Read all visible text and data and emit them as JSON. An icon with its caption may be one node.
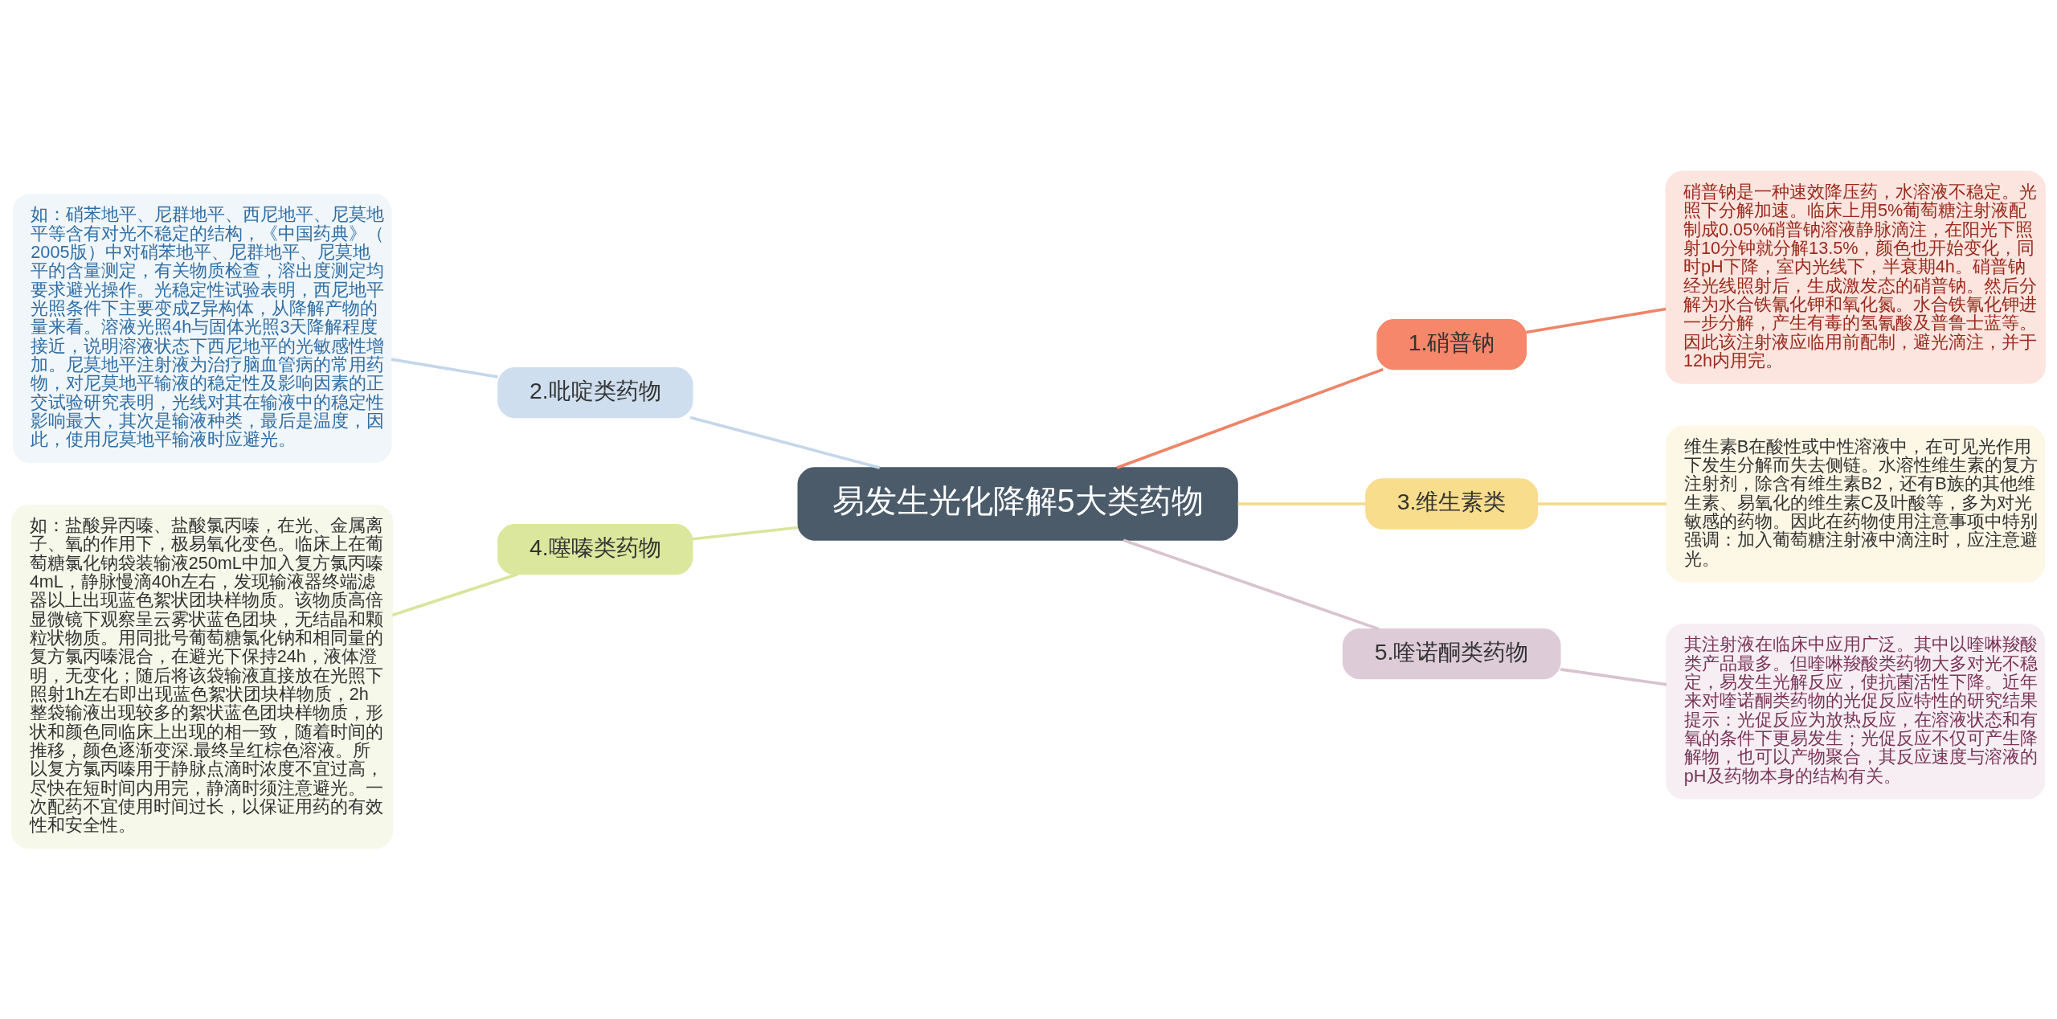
{
  "diagram": {
    "nodes": [
      {
        "text": [
          "易发生光化降解5大类药物"
        ]
      },
      {
        "text": [
          "1.硝普钠"
        ]
      },
      {
        "text": [
          "硝普钠是一种速效降压药，水溶液不稳定。光照下分解加速。临床上用5%葡萄糖注射液配制成0.05%硝普钠溶液静脉滴注，在阳光下照射10分钟就分解13.5%，颜色也开始变化，同时pH下降，室内光线下，半衰期4h。硝普钠经光线照射后，生成激发态的硝普钠。然后分解为水合铁氰化钾和氧化氮。水合铁氰化钾进一步分解，产生有毒的氢氰酸及普鲁士蓝等。因此该注射液应临用前配制，避光滴注，并于12h内用完。"
        ]
      },
      {
        "text": [
          "2.吡啶类药物"
        ]
      },
      {
        "text": [
          "如：硝苯地平、尼群地平、西尼地平、尼莫地平等含有对光不稳定的结构，《中国药典》（2005版）中对硝苯地平、尼群地平、尼莫地平的含量测定，有关物质检查，溶出度测定均要求避光操作。光稳定性试验表明，西尼地平光照条件下主要变成Z异构体，从降解产物的量来看。溶液光照4h与固体光照3天降解程度接近，说明溶液状态下西尼地平的光敏感性增加。尼莫地平注射液为治疗脑血管病的常用药物，对尼莫地平输液的稳定性及影响因素的正交试验研究表明，光线对其在输液中的稳定性影响最大，其次是输液种类，最后是温度，因此，使用尼莫地平输液时应避光。"
        ]
      },
      {
        "text": [
          "3.维生素类"
        ]
      },
      {
        "text": [
          "维生素B在酸性或中性溶液中，在可见光作用下发生分解而失去侧链。水溶性维生素的复方注射剂，除含有维生素B2，还有B族的其他维生素、易氧化的维生素C及叶酸等，多为对光敏感的药物。因此在药物使用注意事项中特别强调：加入葡萄糖注射液中滴注时，应注意避光。"
        ]
      },
      {
        "text": [
          "4.噻嗪类药物"
        ]
      },
      {
        "text": [
          "如：盐酸异丙嗪、盐酸氯丙嗪，在光、金属离子、氧的作用下，极易氧化变色。临床上在葡萄糖氯化钠袋装输液250mL中加入复方氯丙嗪4mL，静脉慢滴40h左右，发现输液器终端滤器以上出现蓝色絮状团块样物质。该物质高倍显微镜下观察呈云雾状蓝色团块，无结晶和颗粒状物质。用同批号葡萄糖氯化钠和相同量的复方氯丙嗪混合，在避光下保持24h，液体澄明，无变化；随后将该袋输液直接放在光照下照射1h左右即出现蓝色絮状团块样物质，2h整袋输液出现较多的絮状蓝色团块样物质，形状和颜色同临床上出现的相一致，随着时间的推移，颜色逐渐变深.最终呈红棕色溶液。所以复方氯丙嗪用于静脉点滴时浓度不宜过高，尽快在短时间内用完，静滴时须注意避光。一次配药不宜使用时间过长，以保证用药的有效性和安全性。"
        ]
      },
      {
        "text": [
          "5.喹诺酮类药物"
        ]
      },
      {
        "text": [
          "其注射液在临床中应用广泛。其中以喹啉羧酸类产品最多。但喹啉羧酸类药物大多对光不稳定，易发生光解反应，使抗菌活性下降。近年来对喹诺酮类药物的光促反应特性的研究结果提示：光促反应为放热反应，在溶液状态和有氧的条件下更易发生；光促反应不仅可产生降解物，也可以产物聚合，其反应速度与溶液的pH及药物本身的结构有关。"
        ]
      }
    ],
    "edges": [
      {
        "from": 0,
        "to": 1,
        "arrow": "none",
        "color": "#ee8466"
      },
      {
        "from": 1,
        "to": 2,
        "arrow": "none",
        "color": "#ee8466"
      },
      {
        "from": 4,
        "to": 3,
        "arrow": "none",
        "color": "#c4d7ea"
      },
      {
        "from": 3,
        "to": 0,
        "arrow": "none",
        "color": "#c4d7ea"
      },
      {
        "from": 0,
        "to": 5,
        "arrow": "none",
        "color": "#f3d98a"
      },
      {
        "from": 5,
        "to": 6,
        "arrow": "none",
        "color": "#f3d98a"
      },
      {
        "from": 8,
        "to": 7,
        "arrow": "none",
        "color": "#d8e59b"
      },
      {
        "from": 7,
        "to": 0,
        "arrow": "none",
        "color": "#d8e59b"
      },
      {
        "from": 0,
        "to": 9,
        "arrow": "none",
        "color": "#d8c3cf"
      },
      {
        "from": 9,
        "to": 10,
        "arrow": "none",
        "color": "#d8c3cf"
      }
    ]
  }
}
